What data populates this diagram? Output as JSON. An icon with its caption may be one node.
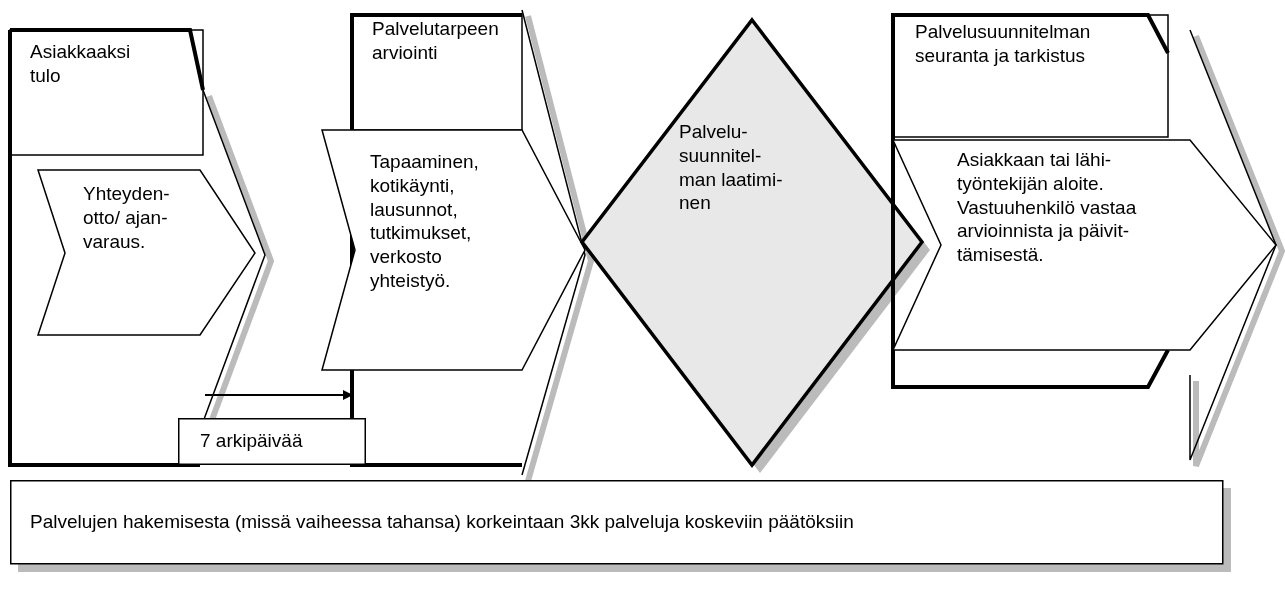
{
  "diagram": {
    "nodes": [
      {
        "text": [
          "Asiakkaaksi tulo"
        ]
      },
      {
        "text": [
          "Yhteyden- otto/ ajan- varaus."
        ]
      },
      {
        "text": [
          "7 arkipäivää"
        ]
      },
      {
        "text": [
          "Palvelutarpeen arviointi"
        ]
      },
      {
        "text": [
          "Tapaaminen, kotikäynti, lausunnot, tutkimukset, verkosto yhteistyö."
        ]
      },
      {
        "text": [
          "Palvelu- suunnitel- man laatimi- nen"
        ]
      },
      {
        "text": [
          "Palvelusuunnitelman seuranta ja tarkistus"
        ]
      },
      {
        "text": [
          "Asiakkaan tai lähi- työntekijän aloite. Vastuuhenkilö vastaa arvioinnista ja päivit- tämisestä."
        ]
      },
      {
        "text": [
          "Palvelujen hakemisesta (missä vaiheessa tahansa) korkeintaan 3kk palveluja koskeviin päätöksiin"
        ]
      }
    ],
    "edges": [
      {
        "from": 0,
        "to": 3,
        "arrow": "to"
      }
    ]
  }
}
